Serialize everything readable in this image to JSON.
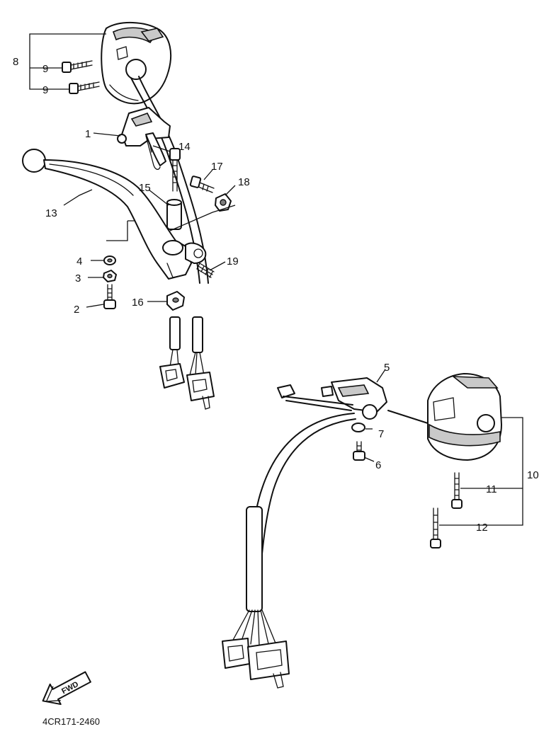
{
  "diagram": {
    "drawing_code": "4CR171-2460",
    "direction_label": "FWD",
    "callouts": {
      "c1": "1",
      "c2": "2",
      "c3": "3",
      "c4": "4",
      "c5": "5",
      "c6": "6",
      "c7": "7",
      "c8": "8",
      "c9a": "9",
      "c9b": "9",
      "c10": "10",
      "c11": "11",
      "c12": "12",
      "c13": "13",
      "c14": "14",
      "c15": "15",
      "c16": "16",
      "c17": "17",
      "c18": "18",
      "c19": "19"
    },
    "colors": {
      "line": "#111111",
      "shade": "#c9c9c9",
      "background": "#ffffff"
    }
  }
}
